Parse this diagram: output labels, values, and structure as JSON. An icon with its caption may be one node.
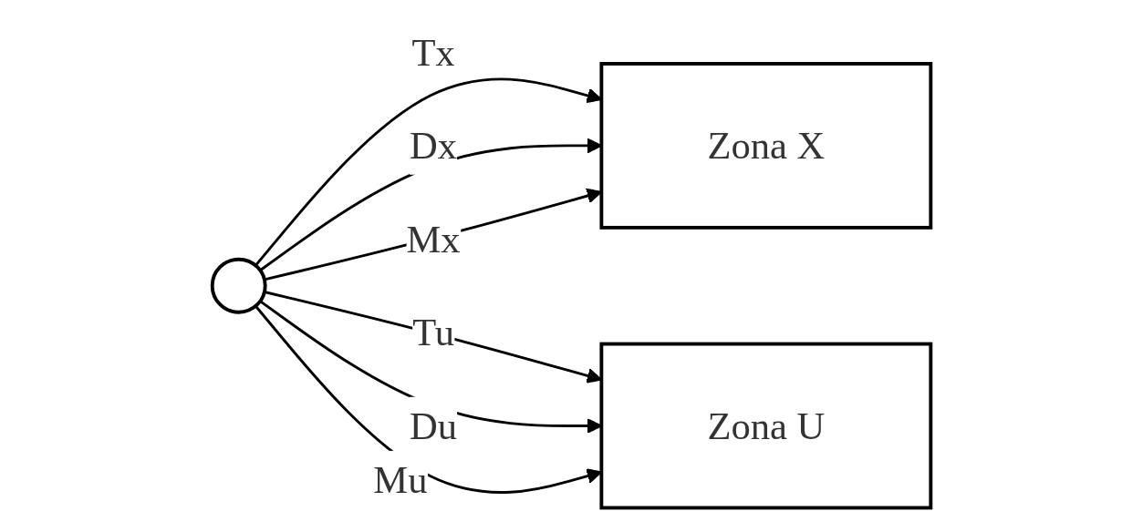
{
  "diagram": {
    "nodes": [
      {
        "text": [
          "Zona X"
        ]
      },
      {
        "text": [],
        "shape": "circle"
      },
      {
        "text": [
          "Zona U"
        ]
      }
    ],
    "edges": [
      {
        "from": 1,
        "to": 0,
        "arrow": "to",
        "label": "Tx"
      },
      {
        "from": 1,
        "to": 0,
        "arrow": "to",
        "label": "Dx"
      },
      {
        "from": 1,
        "to": 0,
        "arrow": "to",
        "label": "Mx"
      },
      {
        "from": 1,
        "to": 2,
        "arrow": "to",
        "label": "Tu"
      },
      {
        "from": 1,
        "to": 2,
        "arrow": "to",
        "label": "Du"
      },
      {
        "from": 1,
        "to": 2,
        "arrow": "to",
        "label": "Mu"
      }
    ]
  }
}
